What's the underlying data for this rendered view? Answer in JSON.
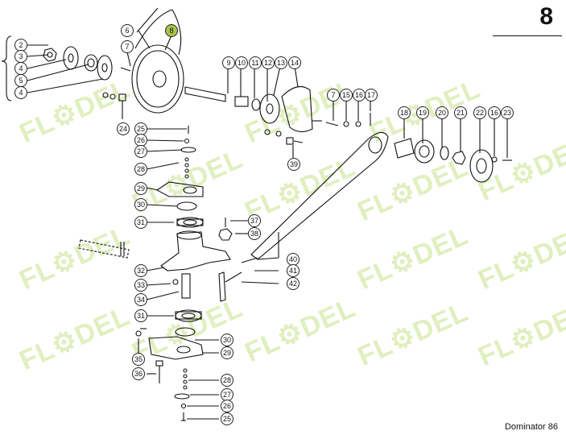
{
  "page_number": "8",
  "model_label": "Dominator 86",
  "watermark_text": "FL⚙DEL",
  "highlight_color": "#a8c64a",
  "callouts": [
    "2",
    "3",
    "4",
    "5",
    "4",
    "6",
    "7",
    "8",
    "24",
    "9",
    "10",
    "11",
    "12",
    "13",
    "14",
    "7",
    "15",
    "16",
    "17",
    "25",
    "26",
    "27",
    "28",
    "29",
    "30",
    "31",
    "32",
    "33",
    "34",
    "31",
    "35",
    "36",
    "18",
    "19",
    "20",
    "21",
    "22",
    "16",
    "23",
    "39",
    "37",
    "38",
    "40",
    "41",
    "42",
    "30",
    "29",
    "28",
    "27",
    "26",
    "25"
  ],
  "highlighted_callout": "8"
}
